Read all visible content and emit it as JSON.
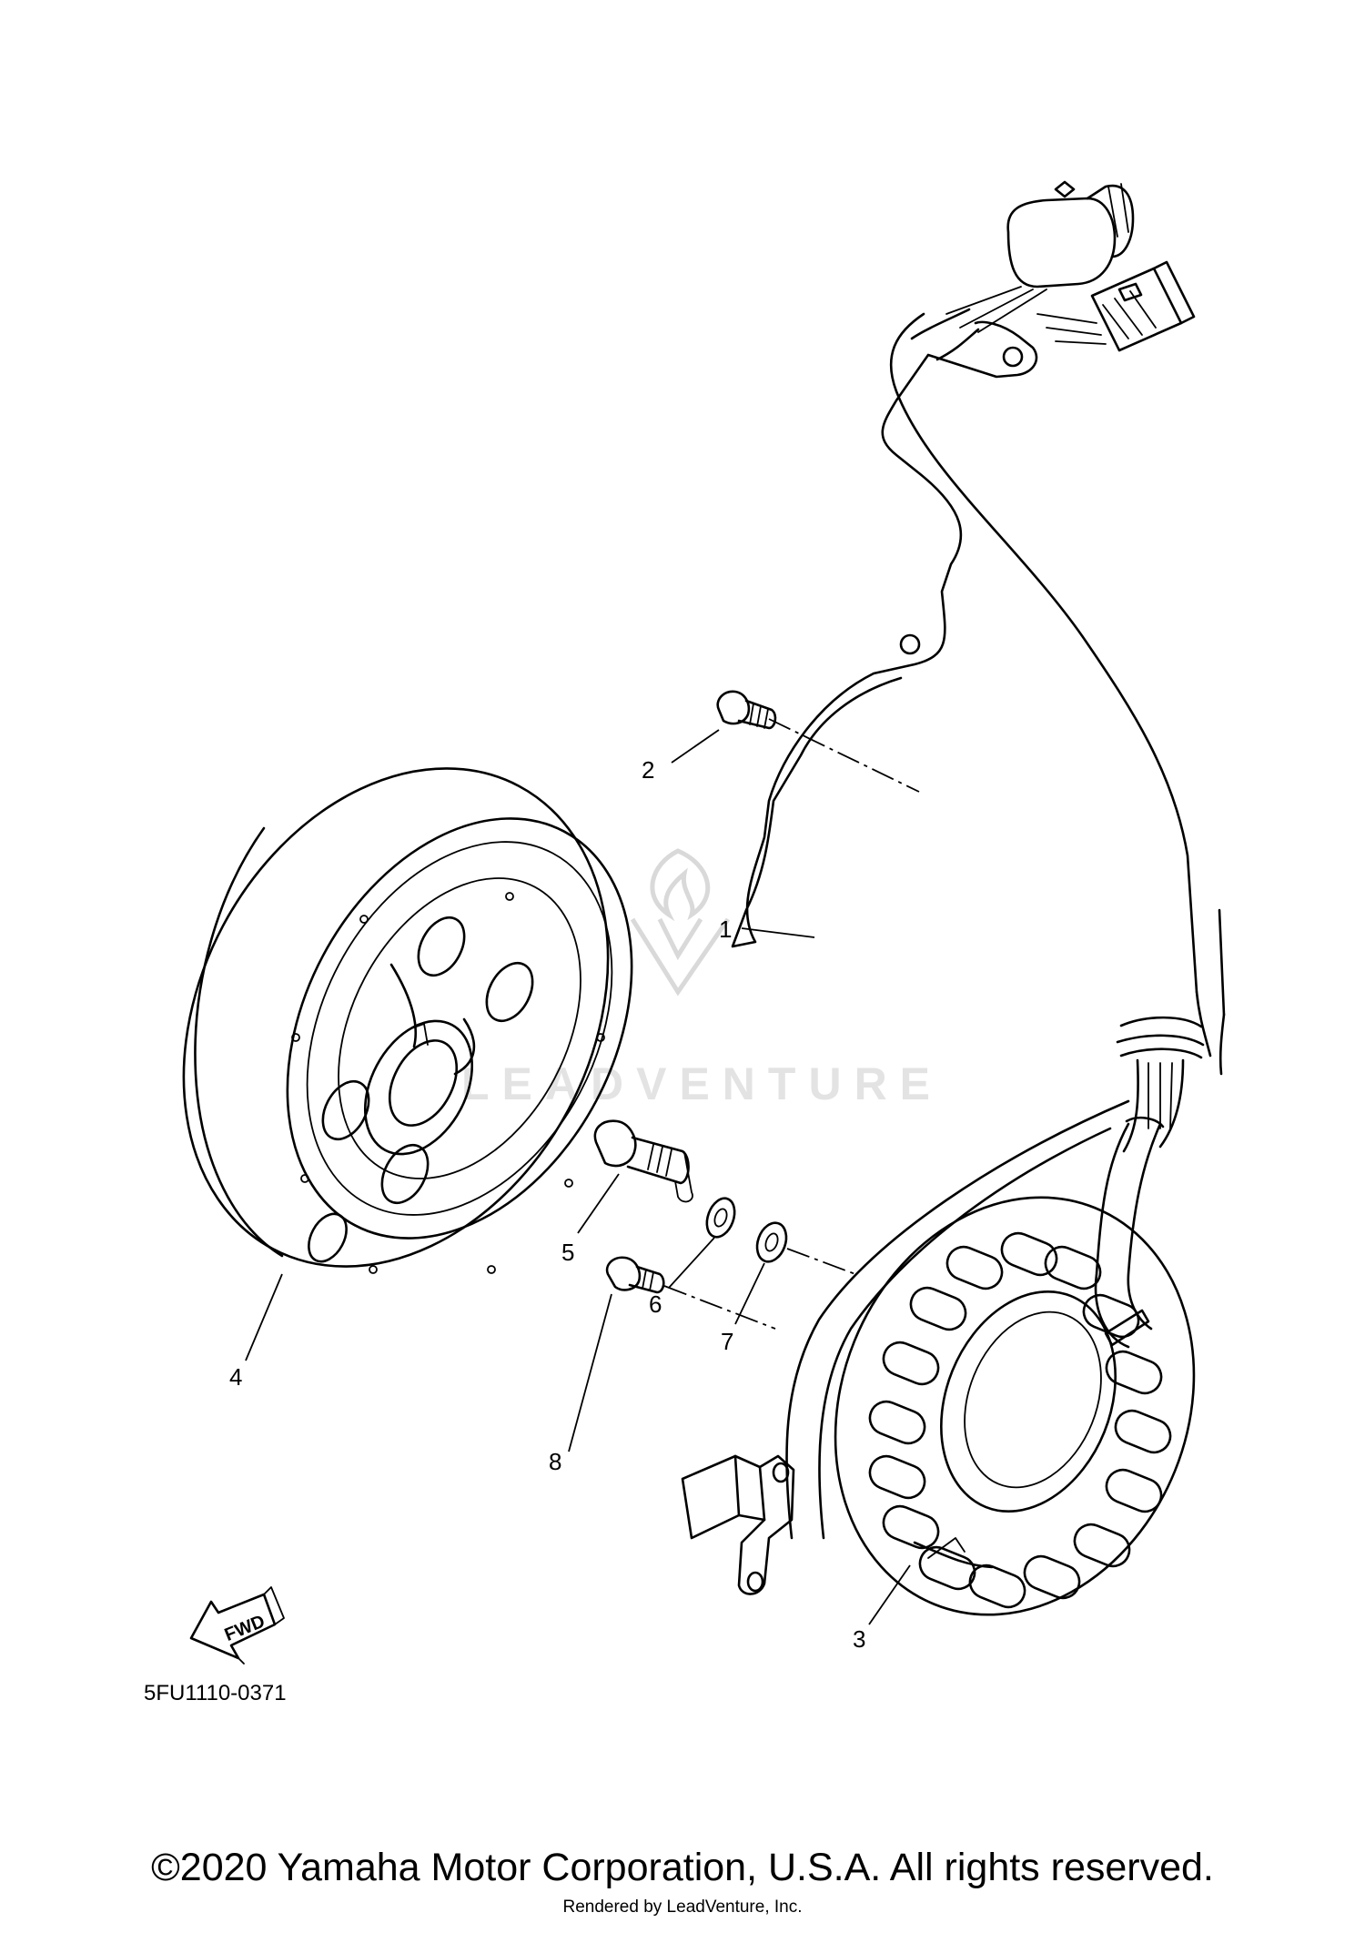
{
  "diagram": {
    "part_callouts": [
      {
        "id": "callout-1",
        "label": "1"
      },
      {
        "id": "callout-2",
        "label": "2"
      },
      {
        "id": "callout-3",
        "label": "3"
      },
      {
        "id": "callout-4",
        "label": "4"
      },
      {
        "id": "callout-5",
        "label": "5"
      },
      {
        "id": "callout-6",
        "label": "6"
      },
      {
        "id": "callout-7",
        "label": "7"
      },
      {
        "id": "callout-8",
        "label": "8"
      }
    ],
    "direction_arrow_label": "FWD",
    "diagram_code": "5FU1110-0371"
  },
  "watermark": {
    "text": "LEADVENTURE"
  },
  "footer": {
    "copyright": "©2020 Yamaha Motor Corporation, U.S.A. All rights reserved.",
    "rendered_by": "Rendered by LeadVenture, Inc."
  },
  "colors": {
    "line": "#000000",
    "background": "#ffffff",
    "watermark": "#d9d9d9"
  }
}
